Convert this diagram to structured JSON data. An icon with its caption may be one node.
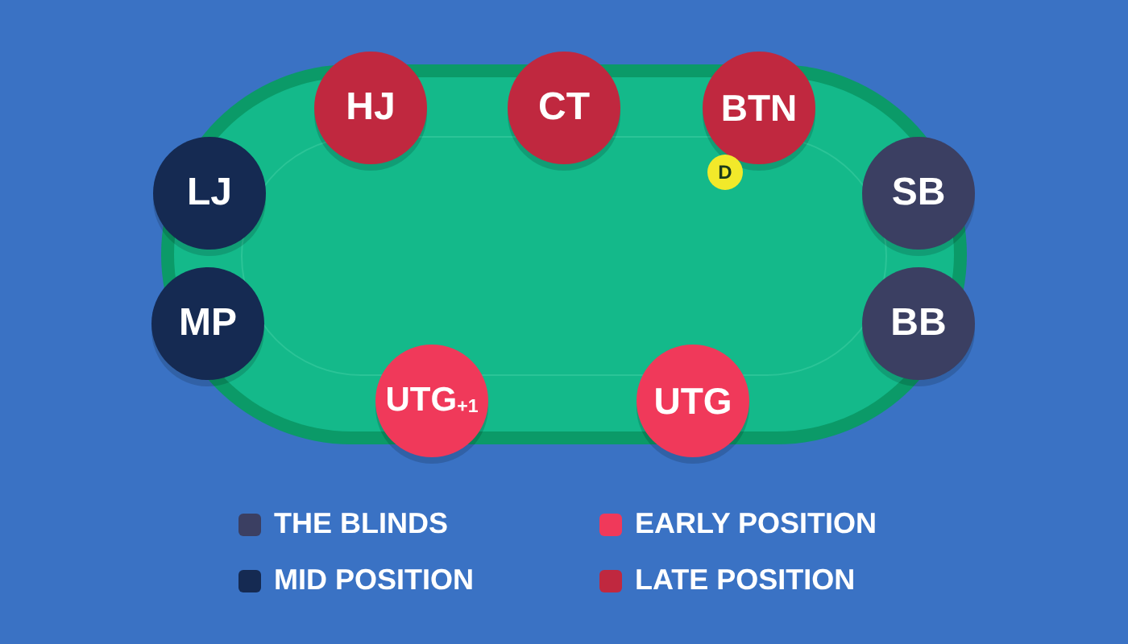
{
  "diagram": {
    "nodes": [
      {
        "text": [
          "HJ"
        ]
      },
      {
        "text": [
          "CT"
        ]
      },
      {
        "text": [
          "BTN"
        ]
      },
      {
        "text": [
          "LJ"
        ]
      },
      {
        "text": [
          "D"
        ]
      },
      {
        "text": [
          "SB"
        ]
      },
      {
        "text": [
          "MP"
        ]
      },
      {
        "text": [
          "BB"
        ]
      },
      {
        "text": [
          "UTG$_{+1}$"
        ]
      },
      {
        "text": [
          "UTG"
        ]
      }
    ],
    "legend": [
      {
        "text": "THE BLINDS",
        "color": "#3b3f62"
      },
      {
        "text": "EARLY POSITION",
        "color": "#f0395a"
      },
      {
        "text": "MID POSITION",
        "color": "#152a52"
      },
      {
        "text": "LATE POSITION",
        "color": "#c0283f"
      }
    ]
  }
}
